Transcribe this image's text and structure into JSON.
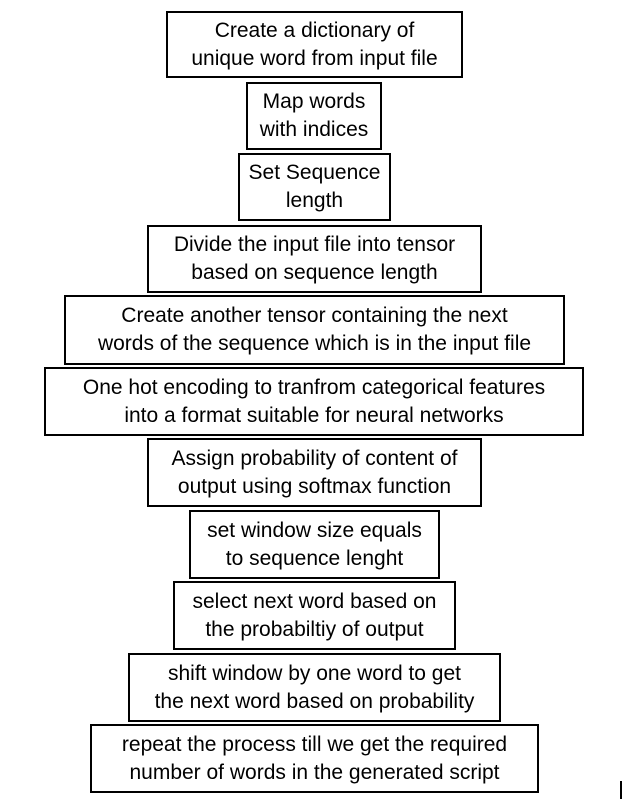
{
  "flowchart": {
    "steps": [
      {
        "line1": "Create a dictionary of",
        "line2": "unique word from input file"
      },
      {
        "line1": "Map words",
        "line2": "with indices"
      },
      {
        "line1": "Set Sequence",
        "line2": "length"
      },
      {
        "line1": "Divide the input file into tensor",
        "line2": "based on sequence length"
      },
      {
        "line1": "Create another tensor containing the next",
        "line2": "words of the sequence which is in the input file"
      },
      {
        "line1": "One hot encoding to tranfrom categorical features",
        "line2": "into a format suitable for neural networks"
      },
      {
        "line1": "Assign probability of content of",
        "line2": "output using softmax function"
      },
      {
        "line1": "set window size equals",
        "line2": "to sequence lenght"
      },
      {
        "line1": "select next word based on",
        "line2": "the probabiltiy of output"
      },
      {
        "line1": "shift window by one word to get",
        "line2": "the next word based on probability"
      },
      {
        "line1": "repeat the process till we get the required",
        "line2": "number of words in the generated script"
      }
    ]
  }
}
